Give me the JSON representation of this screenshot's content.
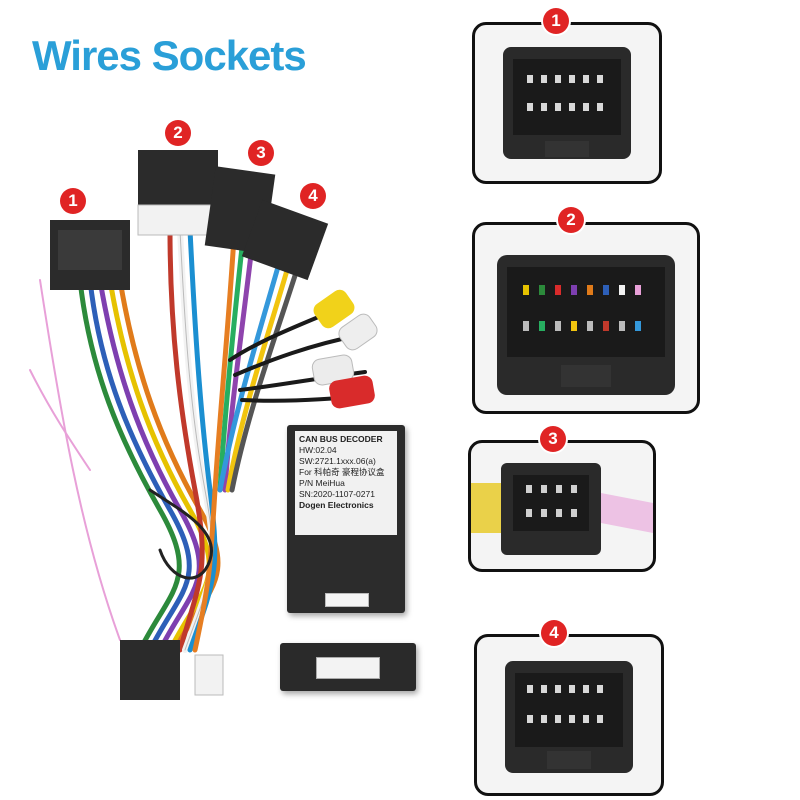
{
  "title": "Wires Sockets",
  "badges": {
    "harness_1": "1",
    "harness_2": "2",
    "harness_3": "3",
    "harness_4": "4",
    "panel_1": "1",
    "panel_2": "2",
    "panel_3": "3",
    "panel_4": "4"
  },
  "decoder_label": {
    "line1": "CAN BUS DECODER",
    "line2": "HW:02.04",
    "line3": "SW:2721.1xxx.06(a)",
    "line4": "For  科帕奇  豪程协议盒",
    "line5": "P/N  MeiHua",
    "line6": "SN:2020-1107-0271",
    "line7": "Dogen Electronics"
  },
  "colors": {
    "title": "#2a9fd8",
    "badge": "#e02424",
    "connector": "#2b2b2b"
  }
}
